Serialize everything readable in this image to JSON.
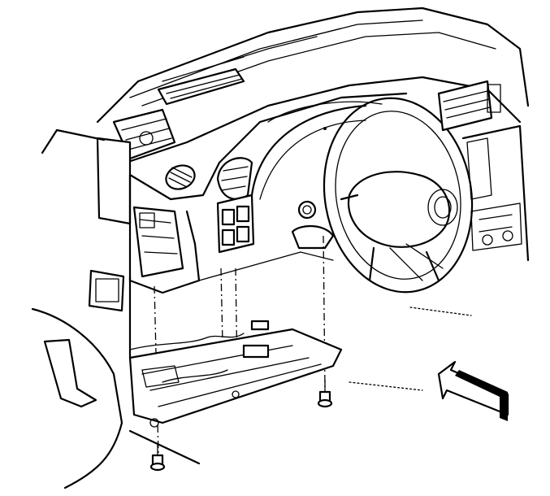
{
  "illustration": {
    "subject": "instrument-panel-lower-trim-removal",
    "colors": {
      "line": "#000000",
      "background": "#ffffff"
    },
    "callouts": [
      "leader-upper-left",
      "leader-lower"
    ],
    "fasteners": [
      "fastener-left",
      "fastener-right"
    ],
    "direction_arrow": "view-direction-arrow"
  }
}
